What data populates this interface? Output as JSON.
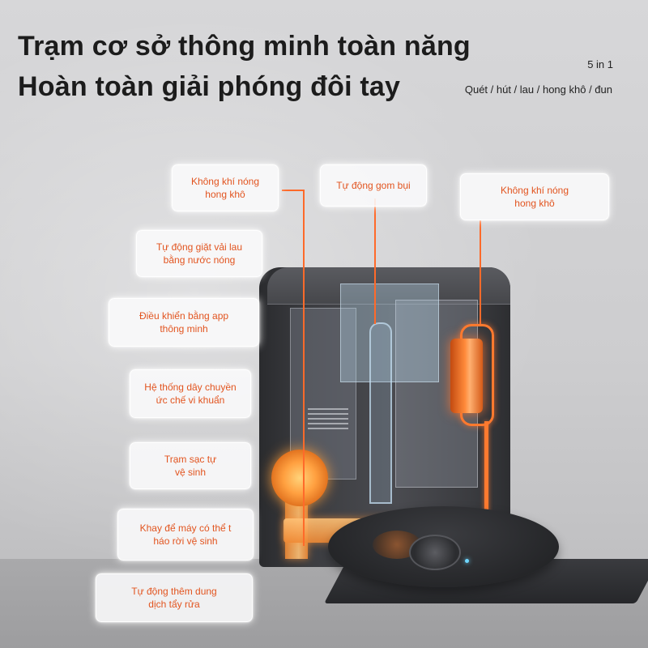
{
  "headline": {
    "line1": "Trạm cơ sở thông minh toàn năng",
    "line2": "Hoàn toàn giải phóng đôi tay"
  },
  "tagline": {
    "count": "5 in 1",
    "functions": "Quét / hút / lau / hong khô / đun"
  },
  "features": [
    "Không khí nóng\nhong khô",
    "Tự động gom bụi",
    "Không khí nóng\nhong khô",
    "Tự động giặt vải lau\nbằng nước nóng",
    "Điều khiển bằng app\nthông minh",
    "Hệ thống dây chuyền\nức chế vi khuẩn",
    "Trạm sạc tự\nvệ sinh",
    "Khay để máy có thể t\nháo rời vệ sinh",
    "Tự động thêm dung\ndịch tẩy rửa"
  ],
  "colors": {
    "accent": "#ff6a2a",
    "label_text": "#e2541f",
    "headline": "#1c1c1c"
  }
}
